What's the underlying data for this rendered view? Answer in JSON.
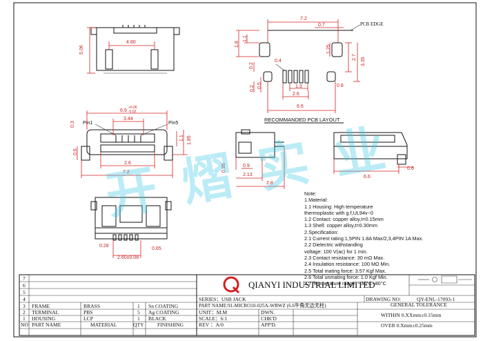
{
  "top_view": {
    "dim_width": "4.80",
    "dim_height": "5.06"
  },
  "pcb_layout": {
    "pcb_edge_label": "PCB EDGE",
    "title": "RECOMMANDED PCB LAYOUT",
    "dims": {
      "d7_2": "7.2",
      "d0_7": "0.7",
      "d1_1": "1.1",
      "d1_8": "1.8",
      "d0_2a": "0.2",
      "d0_4": "0.4",
      "d1_25": "1.25",
      "d2_7": "2.7",
      "d3_35": "3.35",
      "d0_2b": "0.2",
      "d0_5": "0.5",
      "d1_3": "1.3",
      "d2_6": "2.6",
      "d0_8": "0.8",
      "d6_6": "6.6"
    }
  },
  "front_view": {
    "pin1": "Pin1",
    "pin5": "Pin5",
    "d6_9": "6.9",
    "tol_plus": "+0.06",
    "tol_minus": "-0.02",
    "d3_44": "3.44",
    "d0_3": "0.3",
    "d0_6": "0.6",
    "d1_1": "1.1",
    "d1_85": "1.85",
    "d2_6": "2.6",
    "d7_2": "7.2"
  },
  "side_view": {
    "d0_95": "0.95",
    "d0_9": "0.9",
    "d2_13": "2.13",
    "d2_8": "2.8"
  },
  "rear_view": {
    "d6_6": "6.6",
    "d0_6": "0.6"
  },
  "bottom_view": {
    "d0_28": "0.28",
    "d0_65": "0.65",
    "d2_60": "2.60±0.08"
  },
  "notes": [
    "Note:",
    "1.Material:",
    "   1.1  Housing: High temperature",
    "          thermoplastic with g.f,UL94v−0",
    "   1.2  Contact: copper alloy,t=0.15mm",
    "   1.3  Shell: copper alloy,t=0.30mm",
    "2.Specification:",
    "   2.1  Current rating:1,5PIN  1.8A  Max/2,3,4PIN  1A  Max.",
    "   2.2  Dielectric  withstanding",
    "          voltage:  100  V(ac)  for  1  min.",
    "   2.3  Contact resistance:  30  mΩ  Max.",
    "   2.4  Insulation  resistance:  100  MΩ  Min.",
    "   2.5  Total  mating  force:  3.57  Kgf  Max.",
    "   2.6  Total  unmating  force:  1.0  Kgf  Min.",
    "   2.7  Temperature  range:  −30°C~80°C"
  ],
  "title_block": {
    "company": "QIANYI INDUSTRIAL LIMITED",
    "drawing_no_label": "DRAWING NO:",
    "drawing_no": "QY-ENL-17093-1",
    "series": "SERIES：USB JACK",
    "part_name": "PART NAME:91-MICRO10-025A-WBWZ (6.6牛角无边无柱)",
    "general_tolerance": "GENERAL TOLERANCE",
    "unit": "UNIT：M.M",
    "dwn": "DWN.",
    "scale": "SCALE：6:1",
    "chkd": "CHK'D",
    "rev": "REV ：A/0",
    "appd": "APP'D.",
    "tol1": "WITHIN 0.XXmm±0.15mm",
    "tol2": "OVER  0.Xmm±0.25mm",
    "rev_rows": [
      "7",
      "6",
      "5",
      "4"
    ],
    "parts": [
      {
        "no": "3",
        "name": "FRAME",
        "material": "BRASS",
        "qty": "1",
        "finishing": "Sn COATING"
      },
      {
        "no": "2",
        "name": "TERMINAL",
        "material": "PBS",
        "qty": "5",
        "finishing": "Ag COATING"
      },
      {
        "no": "1",
        "name": "HOUSING",
        "material": "LCP",
        "qty": "1",
        "finishing": "BLACK"
      }
    ],
    "header": {
      "no": "NO",
      "name": "PART NAME",
      "material": "MATERIAL",
      "qty": "QTY",
      "finishing": "FINISHING"
    }
  },
  "watermark": "开 熠 实 业"
}
